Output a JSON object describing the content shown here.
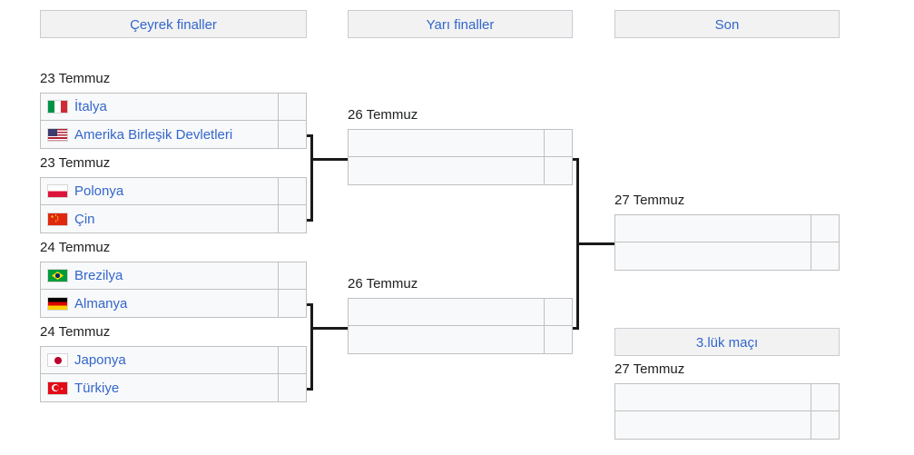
{
  "rounds": [
    {
      "key": "quarterfinals",
      "label": "Çeyrek finaller"
    },
    {
      "key": "semifinals",
      "label": "Yarı finaller"
    },
    {
      "key": "final",
      "label": "Son"
    }
  ],
  "third_place": {
    "label": "3.lük maçı"
  },
  "colors": {
    "link": "#3366cc",
    "header_bg": "#f2f2f2",
    "header_border": "#c8ccd1",
    "cell_bg": "#f8f9fa",
    "cell_border": "#c0c0c0",
    "connector": "#1a1a1a",
    "text": "#202122"
  },
  "quarterfinals": [
    {
      "date": "23 Temmuz",
      "teams": [
        {
          "name": "İtalya",
          "flag": "italy-flag",
          "score": ""
        },
        {
          "name": "Amerika Birleşik Devletleri",
          "flag": "usa-flag",
          "score": ""
        }
      ]
    },
    {
      "date": "23 Temmuz",
      "teams": [
        {
          "name": "Polonya",
          "flag": "poland-flag",
          "score": ""
        },
        {
          "name": "Çin",
          "flag": "china-flag",
          "score": ""
        }
      ]
    },
    {
      "date": "24 Temmuz",
      "teams": [
        {
          "name": "Brezilya",
          "flag": "brazil-flag",
          "score": ""
        },
        {
          "name": "Almanya",
          "flag": "germany-flag",
          "score": ""
        }
      ]
    },
    {
      "date": "24 Temmuz",
      "teams": [
        {
          "name": "Japonya",
          "flag": "japan-flag",
          "score": ""
        },
        {
          "name": "Türkiye",
          "flag": "turkey-flag",
          "score": ""
        }
      ]
    }
  ],
  "semifinals": [
    {
      "date": "26 Temmuz",
      "teams": [
        {
          "name": "",
          "flag": "",
          "score": ""
        },
        {
          "name": "",
          "flag": "",
          "score": ""
        }
      ]
    },
    {
      "date": "26 Temmuz",
      "teams": [
        {
          "name": "",
          "flag": "",
          "score": ""
        },
        {
          "name": "",
          "flag": "",
          "score": ""
        }
      ]
    }
  ],
  "final": [
    {
      "date": "27 Temmuz",
      "teams": [
        {
          "name": "",
          "flag": "",
          "score": ""
        },
        {
          "name": "",
          "flag": "",
          "score": ""
        }
      ]
    }
  ],
  "thirdplace": [
    {
      "date": "27 Temmuz",
      "teams": [
        {
          "name": "",
          "flag": "",
          "score": ""
        },
        {
          "name": "",
          "flag": "",
          "score": ""
        }
      ]
    }
  ]
}
